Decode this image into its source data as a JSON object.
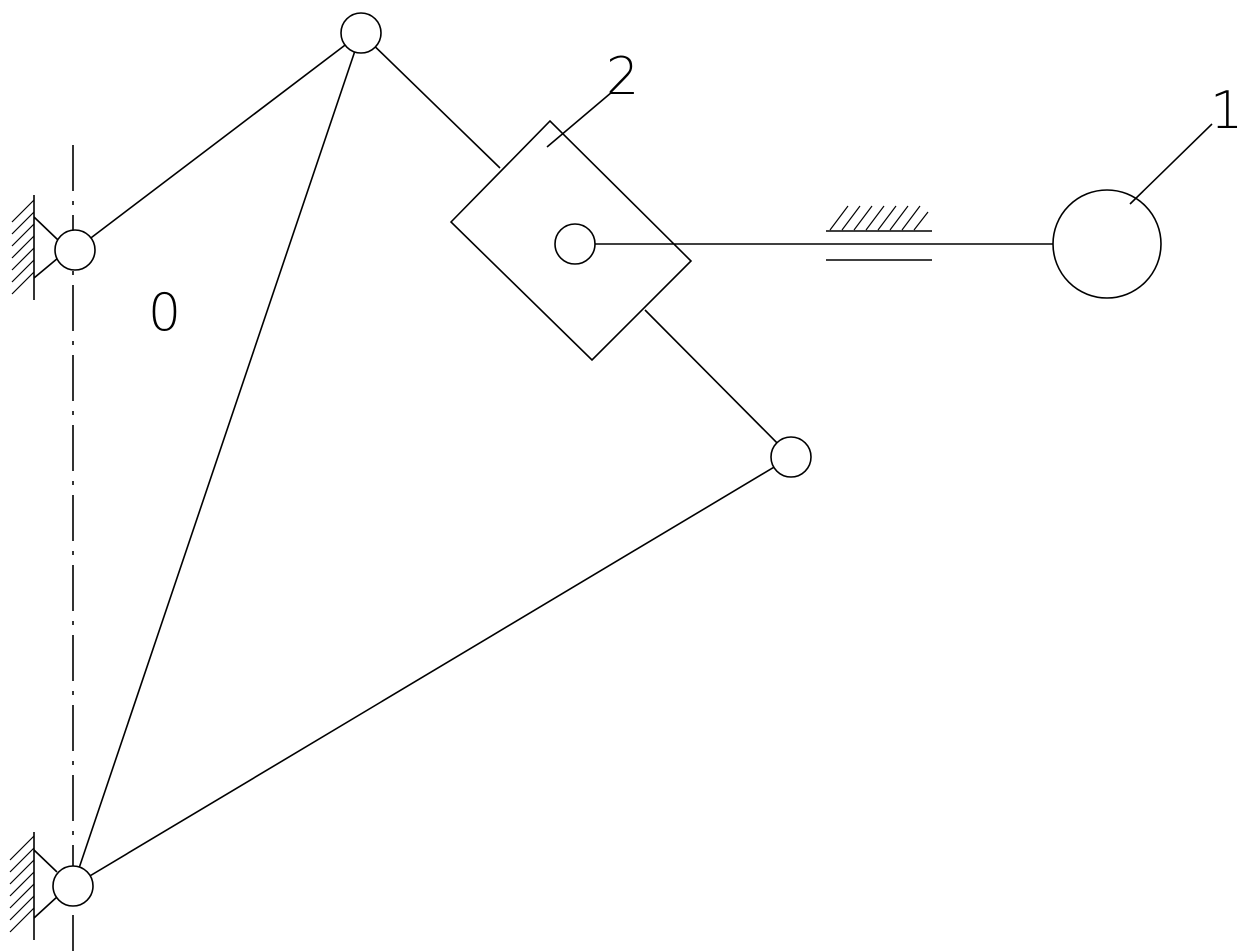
{
  "labels": {
    "label_1": "1",
    "label_2": "2",
    "label_0": "0"
  },
  "colors": {
    "line": "#000000",
    "background": "#ffffff"
  }
}
